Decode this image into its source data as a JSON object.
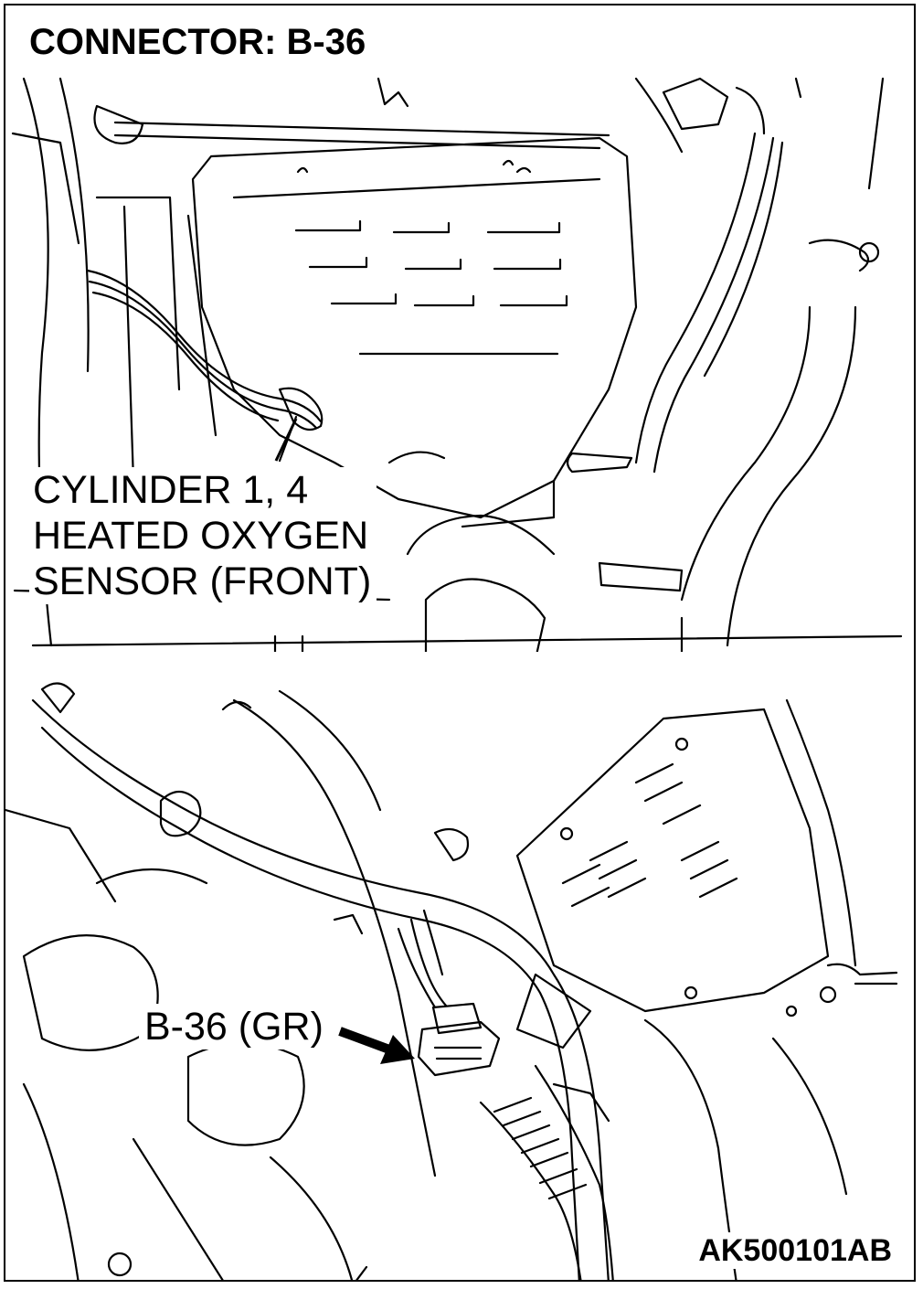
{
  "title": "CONNECTOR: B-36",
  "callout_top": {
    "lines": [
      "CYLINDER 1, 4",
      "HEATED OXYGEN",
      "SENSOR (FRONT)"
    ]
  },
  "callout_bottom": {
    "label": "B-36 (GR)"
  },
  "figure_code": "AK500101AB",
  "colors": {
    "ink": "#000000",
    "paper": "#ffffff"
  }
}
